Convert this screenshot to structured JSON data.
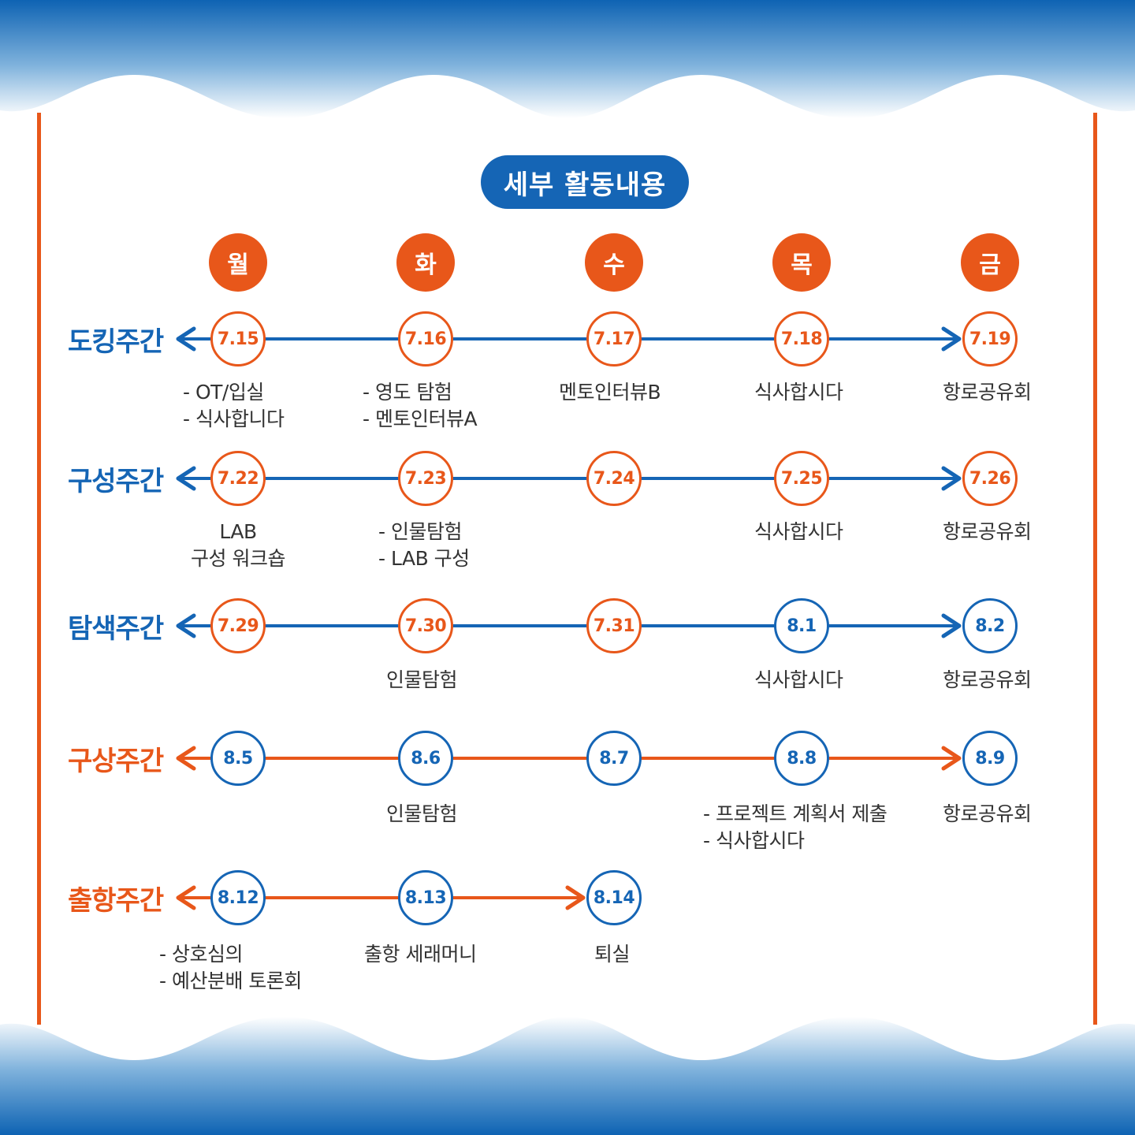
{
  "colors": {
    "blue": "#1565b5",
    "orange": "#e8571a"
  },
  "title": "세부 활동내용",
  "days": [
    "월",
    "화",
    "수",
    "목",
    "금"
  ],
  "weeks": [
    {
      "label": "도킹주간",
      "color": "blue",
      "dates": [
        {
          "text": "7.15",
          "style": "orange"
        },
        {
          "text": "7.16",
          "style": "orange"
        },
        {
          "text": "7.17",
          "style": "orange"
        },
        {
          "text": "7.18",
          "style": "orange"
        },
        {
          "text": "7.19",
          "style": "orange"
        }
      ],
      "notes": [
        "- OT/입실\n- 식사합니다",
        "- 영도 탐험\n- 멘토인터뷰A",
        "멘토인터뷰B",
        "식사합시다",
        "항로공유회"
      ]
    },
    {
      "label": "구성주간",
      "color": "blue",
      "dates": [
        {
          "text": "7.22",
          "style": "orange"
        },
        {
          "text": "7.23",
          "style": "orange"
        },
        {
          "text": "7.24",
          "style": "orange"
        },
        {
          "text": "7.25",
          "style": "orange"
        },
        {
          "text": "7.26",
          "style": "orange"
        }
      ],
      "notes": [
        "LAB\n구성 워크숍",
        "- 인물탐험\n- LAB 구성",
        "",
        "식사합시다",
        "항로공유회"
      ]
    },
    {
      "label": "탐색주간",
      "color": "blue",
      "dates": [
        {
          "text": "7.29",
          "style": "orange"
        },
        {
          "text": "7.30",
          "style": "orange"
        },
        {
          "text": "7.31",
          "style": "orange"
        },
        {
          "text": "8.1",
          "style": "blue"
        },
        {
          "text": "8.2",
          "style": "blue"
        }
      ],
      "notes": [
        "",
        "인물탐험",
        "",
        "식사합시다",
        "항로공유회"
      ]
    },
    {
      "label": "구상주간",
      "color": "orange",
      "dates": [
        {
          "text": "8.5",
          "style": "blue"
        },
        {
          "text": "8.6",
          "style": "blue"
        },
        {
          "text": "8.7",
          "style": "blue"
        },
        {
          "text": "8.8",
          "style": "blue"
        },
        {
          "text": "8.9",
          "style": "blue"
        }
      ],
      "notes": [
        "",
        "인물탐험",
        "",
        "- 프로젝트 계획서 제출\n- 식사합시다",
        "항로공유회"
      ]
    },
    {
      "label": "출항주간",
      "color": "orange",
      "dates": [
        {
          "text": "8.12",
          "style": "blue"
        },
        {
          "text": "8.13",
          "style": "blue"
        },
        {
          "text": "8.14",
          "style": "blue"
        }
      ],
      "notes": [
        "- 상호심의\n- 예산분배 토론회",
        "출항 세래머니",
        "퇴실"
      ]
    }
  ]
}
